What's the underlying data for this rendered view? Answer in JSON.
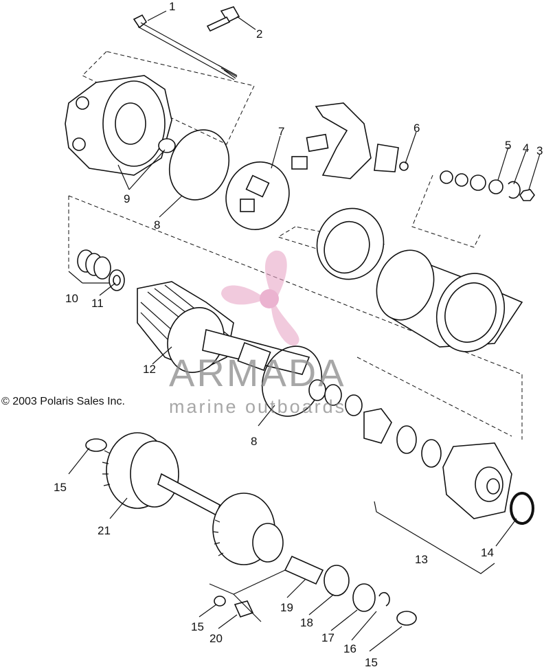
{
  "copyright": "© 2003 Polaris Sales Inc.",
  "watermark": {
    "name": "ARMADA",
    "tagline": "marine outboards",
    "color": "#e8a6c8"
  },
  "callouts": [
    "1",
    "2",
    "3",
    "4",
    "5",
    "6",
    "7",
    "8",
    "9",
    "10",
    "11",
    "12",
    "8",
    "13",
    "14",
    "15",
    "21",
    "15",
    "20",
    "19",
    "18",
    "17",
    "16",
    "15"
  ]
}
